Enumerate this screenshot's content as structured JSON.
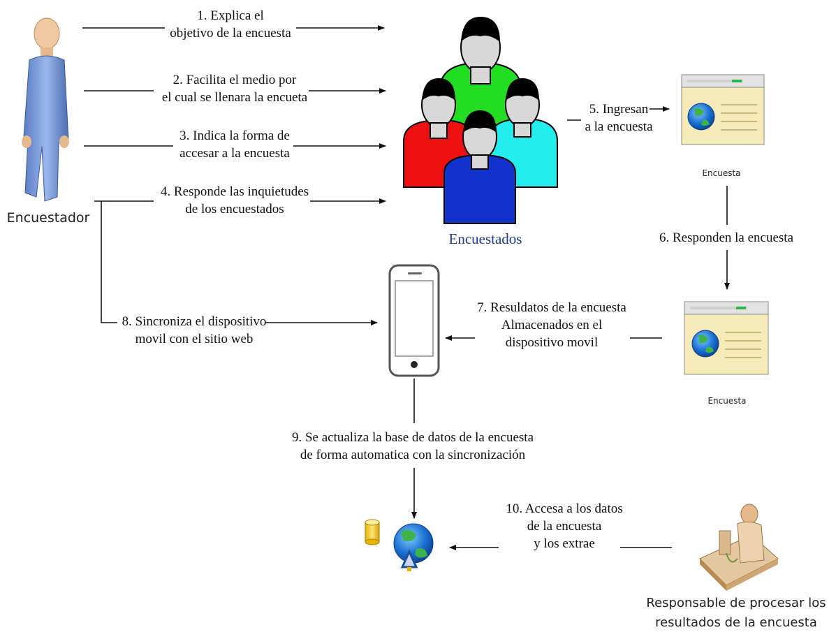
{
  "actors": {
    "encuestador": "Encuestador",
    "encuestados": "Encuestados",
    "responsable": [
      "Responsable de procesar los",
      "resultados de la encuesta"
    ]
  },
  "screens": {
    "top_caption": "Encuesta",
    "bottom_caption": "Encuesta"
  },
  "steps": {
    "s1": [
      "1. Explica el",
      "objetivo de la encuesta"
    ],
    "s2": [
      "2. Facilita el medio por",
      "el cual se llenara la encueta"
    ],
    "s3": [
      "3. Indica la forma de",
      "accesar a la encuesta"
    ],
    "s4": [
      "4. Responde las inquietudes",
      "de los encuestados"
    ],
    "s5": [
      "5. Ingresan",
      "a la encuesta"
    ],
    "s6": "6. Responden la encuesta",
    "s7": [
      "7. Resuldatos de la encuesta",
      "Almacenados en el",
      "dispositivo movil"
    ],
    "s8": [
      "8. Sincroniza el dispositivo",
      "movil con el sitio web"
    ],
    "s9": [
      "9. Se actualiza la base de datos de la encuesta",
      "de forma automatica con la sincronización"
    ],
    "s10": [
      "10. Accesa a los datos",
      "de la encuesta",
      "y los extrae"
    ]
  },
  "colors": {
    "person_green": "#22dd22",
    "person_red": "#ee1111",
    "person_cyan": "#22eeee",
    "person_blue": "#1133cc",
    "encuestados_label": "#1f3a8a",
    "encuestador_body": "#7a9ad6",
    "window_fill": "#f5eab8"
  }
}
